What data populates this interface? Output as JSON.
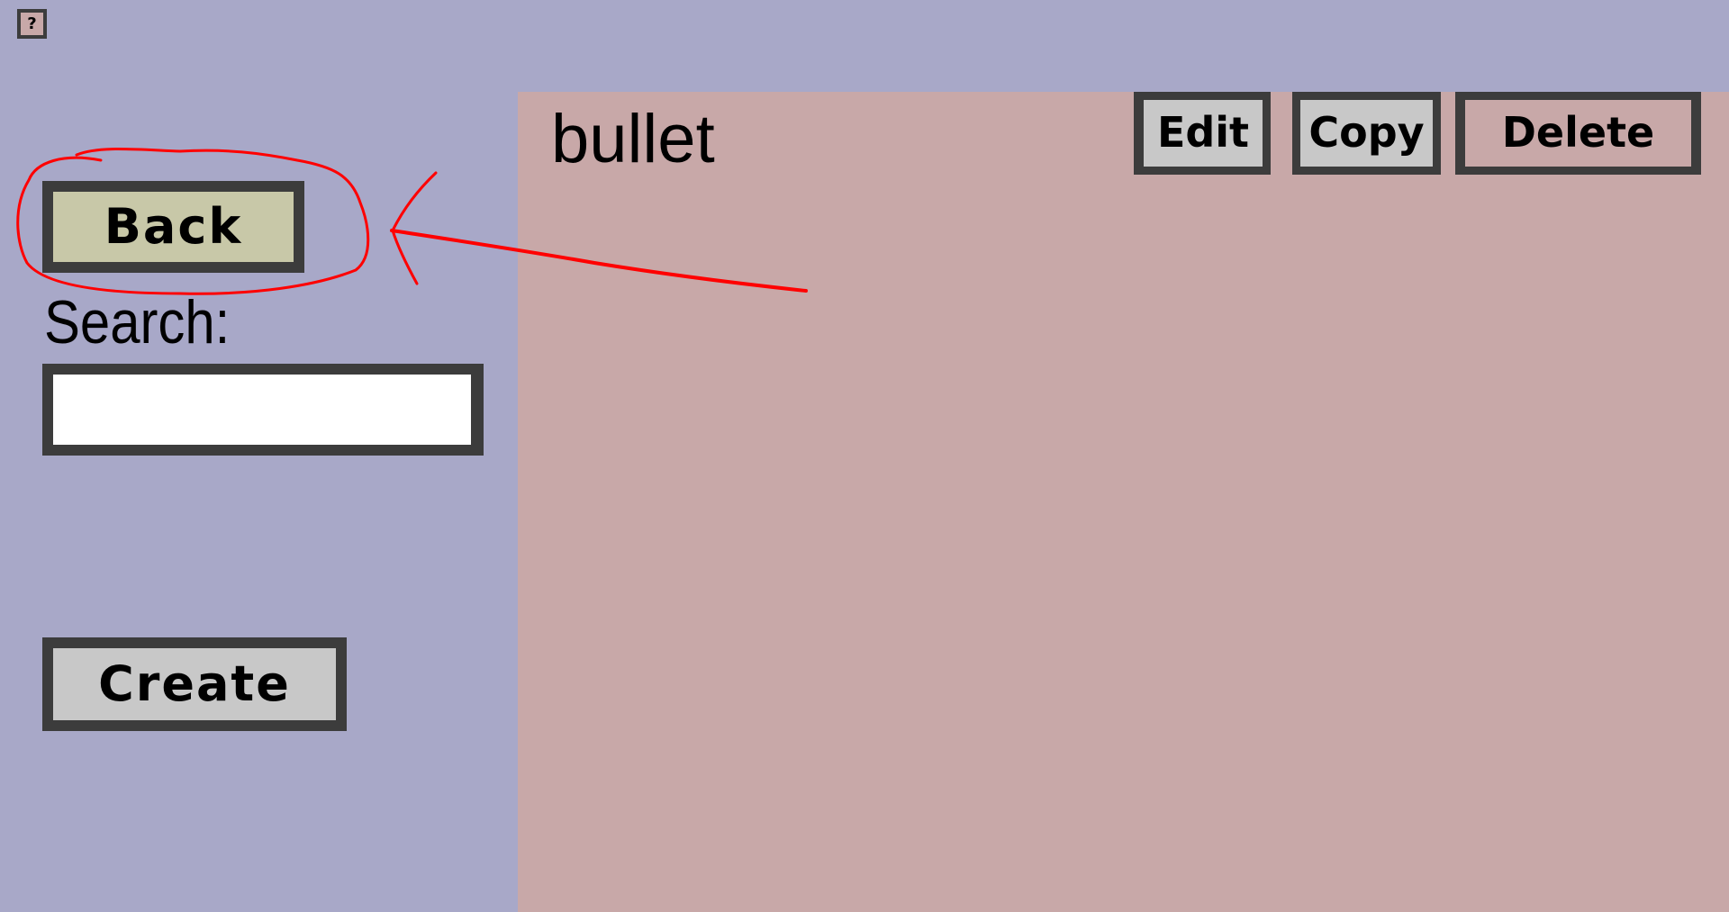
{
  "toolbar": {
    "help_label": "?"
  },
  "sidebar": {
    "back_label": "Back",
    "search_label": "Search:",
    "search_value": "",
    "create_label": "Create"
  },
  "detail": {
    "title": "bullet",
    "edit_label": "Edit",
    "copy_label": "Copy",
    "delete_label": "Delete"
  },
  "colors": {
    "background": "#a8a8c8",
    "panel": "#c8a8a8",
    "back_button": "#c8c8a8",
    "button": "#c8c8c8",
    "border": "#3c3c3c",
    "annotation": "#ff0000"
  }
}
